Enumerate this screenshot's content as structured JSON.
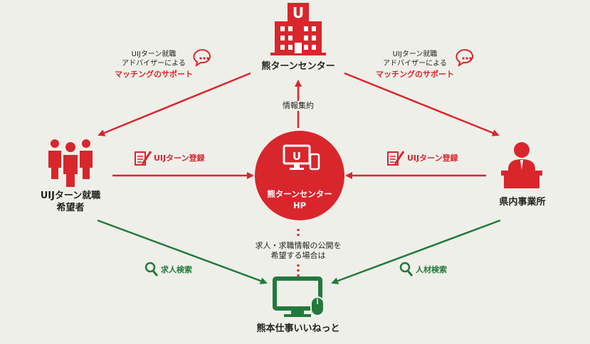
{
  "colors": {
    "background": "#efefe9",
    "red": "#d8262c",
    "green": "#217a3c",
    "text": "#222222"
  },
  "nodes": {
    "center_top": {
      "label": "熊ターンセンター",
      "icon": "building-icon"
    },
    "left": {
      "label_line1": "UIJターン就職",
      "label_line2": "希望者",
      "icon": "people-group-icon"
    },
    "right": {
      "label": "県内事業所",
      "icon": "office-worker-icon"
    },
    "hub": {
      "label_line1": "熊ターンセンター",
      "label_line2": "HP",
      "icon": "computer-phone-icon"
    },
    "bottom": {
      "label": "熊本仕事いいねっと",
      "icon": "monitor-mouse-icon"
    }
  },
  "annotations": {
    "top_left": {
      "line1": "UIJターン就職",
      "line2": "アドバイザーによる",
      "line3": "マッチングのサポート",
      "icon": "speech-bubble-icon"
    },
    "top_right": {
      "line1": "UIJターン就職",
      "line2": "アドバイザーによる",
      "line3": "マッチングのサポート",
      "icon": "speech-bubble-icon"
    },
    "info_collect": "情報集約",
    "register_left": {
      "label": "UIJターン登録",
      "icon": "form-pen-icon"
    },
    "register_right": {
      "label": "UIJターン登録",
      "icon": "form-pen-icon"
    },
    "disclosure": {
      "line1": "求人・求職情報の公開を",
      "line2": "希望する場合は"
    },
    "search_left": {
      "label": "求人検索",
      "icon": "magnifier-icon"
    },
    "search_right": {
      "label": "人材検索",
      "icon": "magnifier-icon"
    }
  }
}
